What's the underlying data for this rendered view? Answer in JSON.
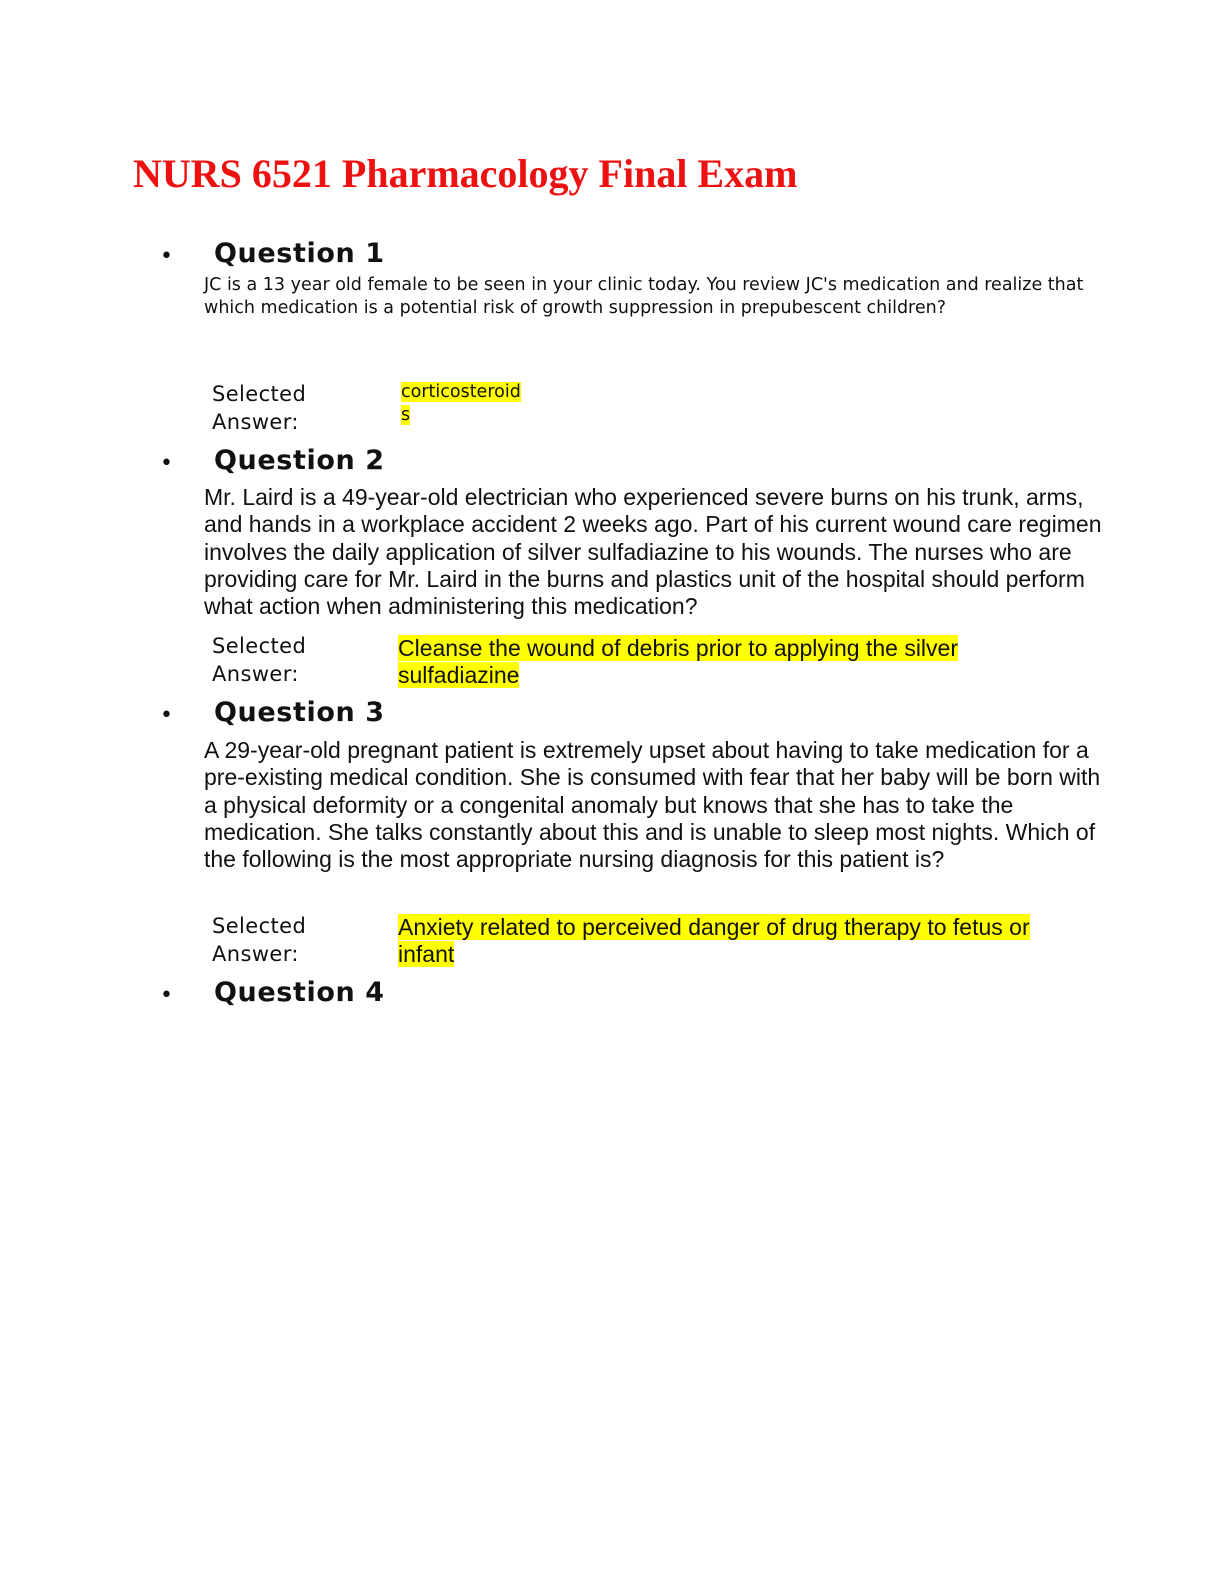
{
  "document": {
    "title": "NURS 6521 Pharmacology Final Exam"
  },
  "bullet_glyph": "•",
  "selected_answer_label": {
    "line1": "Selected",
    "line2": "Answer:"
  },
  "highlight_color": "#ffff00",
  "title_color": "#ee1111",
  "questions": [
    {
      "heading": "Question 1",
      "text": "JC is a 13 year old female to be seen in your clinic today.  You review JC's medication and realize that which medication is a potential risk of growth suppression in prepubescent children?",
      "selected_answer": "corticosteroids"
    },
    {
      "heading": "Question 2",
      "text": "Mr. Laird is a 49-year-old electrician who experienced severe burns on his trunk, arms, and hands in a workplace accident 2 weeks ago. Part of his current wound care regimen involves the daily application of silver sulfadiazine to his wounds. The nurses who are providing care for Mr. Laird in the burns and plastics unit of the hospital should perform what action when administering this medication?",
      "selected_answer": "Cleanse the wound of debris prior to applying the silver sulfadiazine"
    },
    {
      "heading": "Question 3",
      "text": "A 29-year-old pregnant patient is extremely upset about having to take medication for a pre-existing medical condition. She is consumed with fear that her baby will be born with a physical deformity or a congenital anomaly but knows that she has to take the medication. She talks constantly about this and is unable to sleep most nights. Which of the following is the most appropriate nursing diagnosis for this patient is?",
      "selected_answer": "Anxiety related to perceived danger of drug therapy to fetus or infant"
    },
    {
      "heading": "Question 4"
    }
  ]
}
